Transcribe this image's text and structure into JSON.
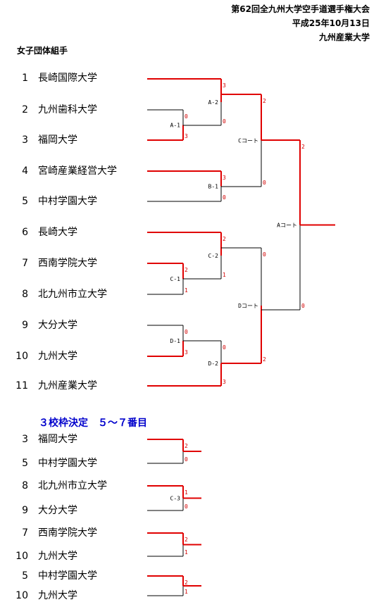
{
  "header": {
    "title": "第62回全九州大学空手道選手権大会",
    "date": "平成25年10月13日",
    "venue": "九州産業大学"
  },
  "subtitle": "女子団体組手",
  "teams": [
    {
      "seed": "1",
      "name": "長崎国際大学"
    },
    {
      "seed": "2",
      "name": "九州歯科大学"
    },
    {
      "seed": "3",
      "name": "福岡大学"
    },
    {
      "seed": "4",
      "name": "宮崎産業経営大学"
    },
    {
      "seed": "5",
      "name": "中村学園大学"
    },
    {
      "seed": "6",
      "name": "長崎大学"
    },
    {
      "seed": "7",
      "name": "西南学院大学"
    },
    {
      "seed": "8",
      "name": "北九州市立大学"
    },
    {
      "seed": "9",
      "name": "大分大学"
    },
    {
      "seed": "10",
      "name": "九州大学"
    },
    {
      "seed": "11",
      "name": "九州産業大学"
    }
  ],
  "matches": [
    {
      "label": "A-1",
      "score_top": "0",
      "score_bottom": "3"
    },
    {
      "label": "A-2",
      "score_top": "3",
      "score_bottom": "0"
    },
    {
      "label": "B-1",
      "score_top": "3",
      "score_bottom": "0"
    },
    {
      "label": "Cコート",
      "score_top": "2",
      "score_bottom": "0"
    },
    {
      "label": "C-1",
      "score_top": "2",
      "score_bottom": "1"
    },
    {
      "label": "C-2",
      "score_top": "2",
      "score_bottom": "1"
    },
    {
      "label": "D-1",
      "score_top": "0",
      "score_bottom": "3"
    },
    {
      "label": "D-2",
      "score_top": "0",
      "score_bottom": "3"
    },
    {
      "label": "Dコート",
      "score_top": "0",
      "score_bottom": "2"
    },
    {
      "label": "Aコート",
      "score_top": "2",
      "score_bottom": "0"
    }
  ],
  "section2": {
    "title": "３校枠決定　５～７番目",
    "teams": [
      {
        "seed": "3",
        "name": "福岡大学"
      },
      {
        "seed": "5",
        "name": "中村学園大学"
      },
      {
        "seed": "8",
        "name": "北九州市立大学"
      },
      {
        "seed": "9",
        "name": "大分大学"
      },
      {
        "seed": "7",
        "name": "西南学院大学"
      },
      {
        "seed": "10",
        "name": "九州大学"
      },
      {
        "seed": "5",
        "name": "中村学園大学"
      },
      {
        "seed": "10",
        "name": "九州大学"
      }
    ],
    "matches": [
      {
        "label": "",
        "score_top": "2",
        "score_bottom": "0"
      },
      {
        "label": "C-3",
        "score_top": "1",
        "score_bottom": "0"
      },
      {
        "label": "",
        "score_top": "2",
        "score_bottom": "1"
      },
      {
        "label": "",
        "score_top": "2",
        "score_bottom": "1"
      }
    ]
  },
  "colors": {
    "winner_line": "#e00000",
    "loser_line": "#000000",
    "score": "#d10000",
    "section_title": "#0000cc"
  }
}
